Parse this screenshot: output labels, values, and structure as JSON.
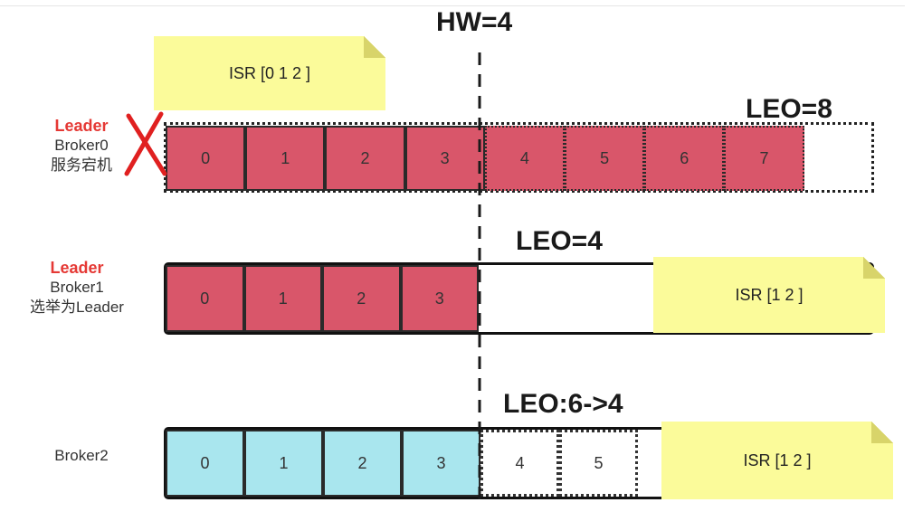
{
  "hw_label": "HW=4",
  "rows": [
    {
      "id": "broker0",
      "role_label": "Leader",
      "broker_name": "Broker0",
      "status": "服务宕机",
      "leo_label": "LEO=8",
      "isr_label": "ISR [0 1 2 ]",
      "cells": [
        "0",
        "1",
        "2",
        "3",
        "4",
        "5",
        "6",
        "7"
      ],
      "crossed_out": true
    },
    {
      "id": "broker1",
      "role_label": "Leader",
      "broker_name": "Broker1",
      "status": "选举为Leader",
      "leo_label": "LEO=4",
      "isr_label": "ISR [1 2 ]",
      "cells": [
        "0",
        "1",
        "2",
        "3"
      ]
    },
    {
      "id": "broker2",
      "broker_name": "Broker2",
      "leo_label": "LEO:6->4",
      "isr_label": "ISR [1 2 ]",
      "cells": [
        "0",
        "1",
        "2",
        "3"
      ],
      "truncated_cells": [
        "4",
        "5"
      ]
    }
  ],
  "colors": {
    "leader_text": "#e53935",
    "replicated_cell": "#d9566a",
    "follower_cell": "#a9e6ee",
    "isr_note": "#fbfb9a",
    "cross_mark": "#e02020"
  }
}
